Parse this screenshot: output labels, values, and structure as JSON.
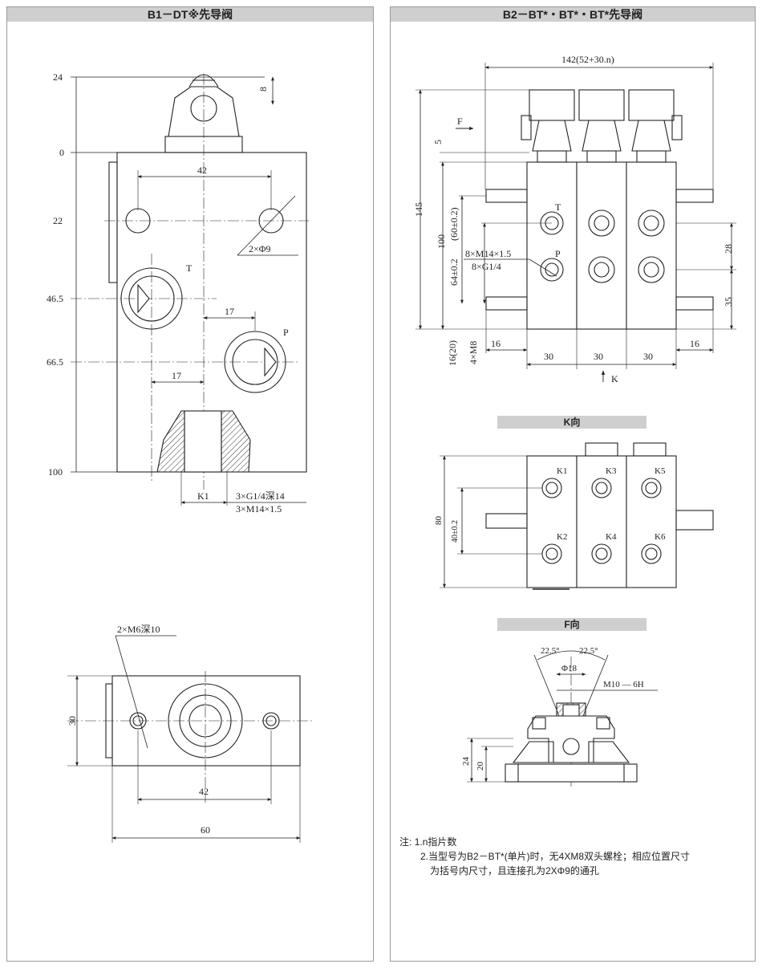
{
  "left_panel": {
    "title": "B1－DT※先导阀",
    "front": {
      "heights": [
        "24",
        "0",
        "22",
        "46.5",
        "66.5",
        "100"
      ],
      "dim_8": "8",
      "dim_42": "42",
      "dim_17_upper": "17",
      "dim_17_lower": "17",
      "hole_note": "2×Φ9",
      "port_T": "T",
      "port_P": "P",
      "port_K1": "K1",
      "thread_note_1": "3×G1/4深14",
      "thread_note_2": "3×M14×1.5"
    },
    "bottom": {
      "screw_note": "2×M6深10",
      "dim_30": "30",
      "dim_42": "42",
      "dim_60": "60"
    }
  },
  "right_panel": {
    "title": "B2－BT*・BT*・BT*先导阀",
    "front": {
      "dim_total": "142(52+30.n)",
      "dim_145": "145",
      "dim_100": "100",
      "dim_5": "5",
      "dim_60": "(60±0.2)",
      "dim_64": "64±0.2",
      "dim_16_20": "16(20)",
      "dim_4m8": "4×M8",
      "dim_28": "28",
      "dim_35": "35",
      "dim_16_left": "16",
      "dim_16_right": "16",
      "dim_30": [
        "30",
        "30",
        "30"
      ],
      "thread_note_1": "8×M14×1.5",
      "thread_note_2": "8×G1/4",
      "label_F": "F",
      "label_K": "K",
      "port_T": "T",
      "port_P": "P"
    },
    "k_view": {
      "title": "K向",
      "dim_80": "80",
      "dim_40": "40±0.2",
      "ports": [
        "K1",
        "K2",
        "K3",
        "K4",
        "K5",
        "K6"
      ]
    },
    "f_view": {
      "title": "F向",
      "angle_left": "22.5°",
      "angle_right": "22.5°",
      "dia": "Φ18",
      "thread": "M10 — 6H",
      "dim_24": "24",
      "dim_20": "20"
    },
    "notes": {
      "label": "注:",
      "line1": "1.n指片数",
      "line2": "2.当型号为B2－BT*(单片)时，无4XM8双头螺栓；相应位置尺寸",
      "line3": "为括号内尺寸，且连接孔为2XΦ9的通孔"
    }
  }
}
